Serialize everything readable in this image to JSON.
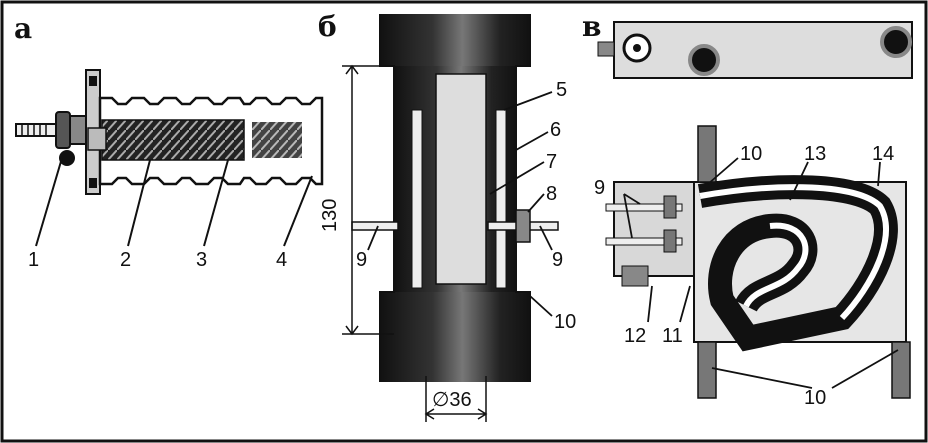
{
  "panels": {
    "a": "а",
    "b": "б",
    "c": "в"
  },
  "panel_a": {
    "labels": [
      "1",
      "2",
      "3",
      "4"
    ]
  },
  "panel_b": {
    "labels": [
      "5",
      "6",
      "7",
      "8",
      "9",
      "9",
      "10"
    ],
    "dim_height": "130",
    "dim_diameter": "∅36"
  },
  "panel_c": {
    "labels": [
      "10",
      "13",
      "14",
      "9",
      "12",
      "11",
      "10"
    ]
  }
}
